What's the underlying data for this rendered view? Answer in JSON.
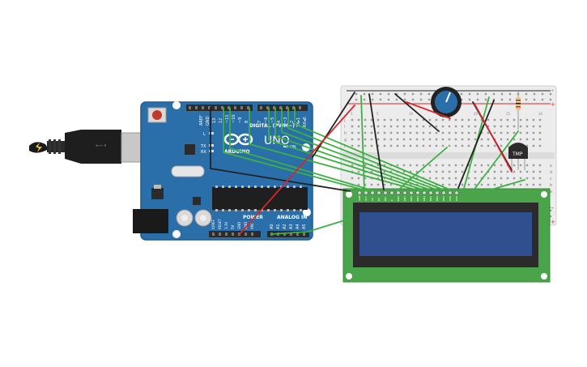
{
  "arduino": {
    "brand": "ARDUINO",
    "model": "UNO",
    "digital_label": "DIGITAL (PWM~)",
    "power_label": "POWER",
    "analog_label": "ANALOG IN",
    "aref": "AREF",
    "gnd": "GND",
    "on_label": "ON",
    "tx": "TX",
    "rx": "RX",
    "l_label": "L",
    "tx_pin": "TX▸1",
    "rx_pin": "RX◂0",
    "digital_pins": [
      "13",
      "12",
      "~11",
      "~10",
      "~9",
      "8",
      "7",
      "~6",
      "~5",
      "4",
      "~3",
      "2"
    ],
    "power_pins": [
      "IOREF",
      "RESET",
      "3.3V",
      "5V",
      "GND",
      "GND",
      "VIN"
    ],
    "analog_pins": [
      "A0",
      "A1",
      "A2",
      "A3",
      "A4",
      "A5"
    ]
  },
  "breadboard": {
    "column_numbers": [
      "1",
      "5",
      "10",
      "15",
      "20",
      "25",
      "30"
    ],
    "row_letters_top": [
      "j",
      "i",
      "h",
      "g",
      "f"
    ],
    "row_letters_bottom": [
      "e",
      "d",
      "c",
      "b",
      "a"
    ],
    "rail_minus": "-",
    "rail_plus": "+"
  },
  "sensor": {
    "label": "TMP"
  },
  "lcd": {
    "pin_labels": [
      "GND",
      "VCC",
      "V0",
      "RS",
      "RW",
      "E",
      "DB0",
      "DB1",
      "DB2",
      "DB3",
      "DB4",
      "DB5",
      "DB6",
      "DB7",
      "LED",
      "LED"
    ]
  },
  "colors": {
    "arduino_board": "#2a6faa",
    "breadboard": "#ececec",
    "lcd_pcb": "#4aa54a",
    "lcd_screen": "#2f4f8f",
    "wire_green": "#3cb043",
    "wire_red": "#d62828",
    "wire_black": "#222222",
    "pot_knob": "#2a6faa"
  }
}
